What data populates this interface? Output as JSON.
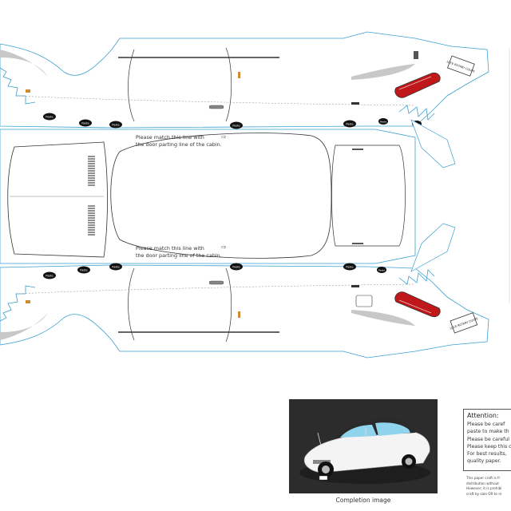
{
  "instructions": {
    "top": {
      "line1": "Please match this line with",
      "line2": "the door parting line of the cabin."
    },
    "bottom": {
      "line1": "Please match this line with",
      "line2": "the door parting line of the cabin."
    }
  },
  "paste_label": "Paste",
  "plate_text": "LUCE ROTARY COUPE",
  "photo": {
    "caption": "Completion image"
  },
  "attention": {
    "title": "Attention:",
    "lines": [
      "Please be caref",
      "paste to make th",
      "Please be careful",
      "Please keep this c",
      "For best results,",
      "quality paper."
    ]
  },
  "fine_print": [
    "This paper craft is fr",
    "distribution without",
    "However, it is prohibi",
    "craft by sale OR to m"
  ],
  "colors": {
    "outline": "#3aa0d0",
    "glass": "#8fd4ec",
    "tail_light": "#c0181a",
    "roof": "#2a2a2a"
  }
}
